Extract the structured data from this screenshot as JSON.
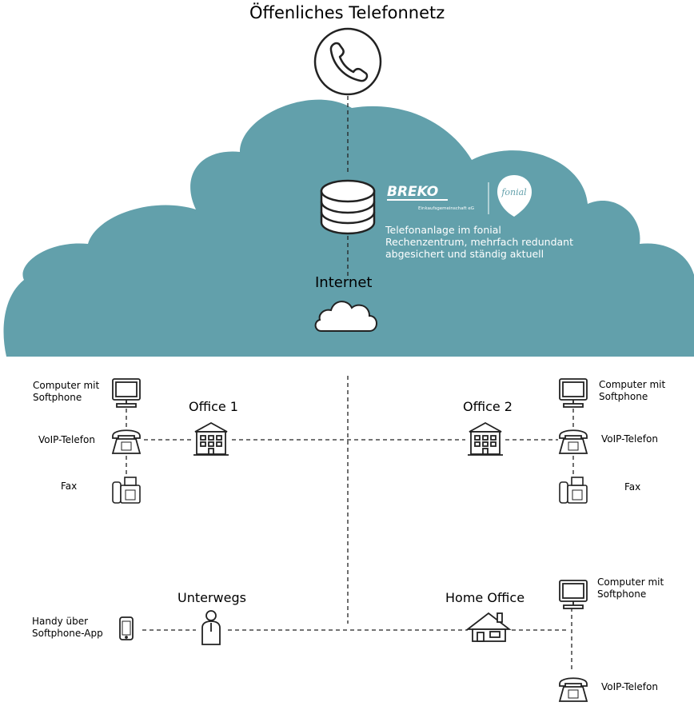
{
  "top_title": "Öffenliches Telefonnetz",
  "internet_label": "Internet",
  "cloud_color": "#62a0ab",
  "brand": {
    "breko_name": "BREKO",
    "breko_sub": "Einkaufsgemeinschaft eG",
    "fonial_name": "fonial",
    "description": [
      "Telefonanlage im fonial",
      "Rechenzentrum, mehrfach redundant",
      "abgesichert und ständig aktuell"
    ]
  },
  "office1": {
    "title": "Office 1",
    "computer_label": [
      "Computer mit",
      "Softphone"
    ],
    "voip_label": "VoIP-Telefon",
    "fax_label": "Fax"
  },
  "office2": {
    "title": "Office 2",
    "computer_label": [
      "Computer mit",
      "Softphone"
    ],
    "voip_label": "VoIP-Telefon",
    "fax_label": "Fax"
  },
  "unterwegs": {
    "title": "Unterwegs",
    "handy_label": [
      "Handy über",
      "Softphone-App"
    ]
  },
  "home_office": {
    "title": "Home Office",
    "computer_label": [
      "Computer mit",
      "Softphone"
    ],
    "voip_label": "VoIP-Telefon"
  }
}
